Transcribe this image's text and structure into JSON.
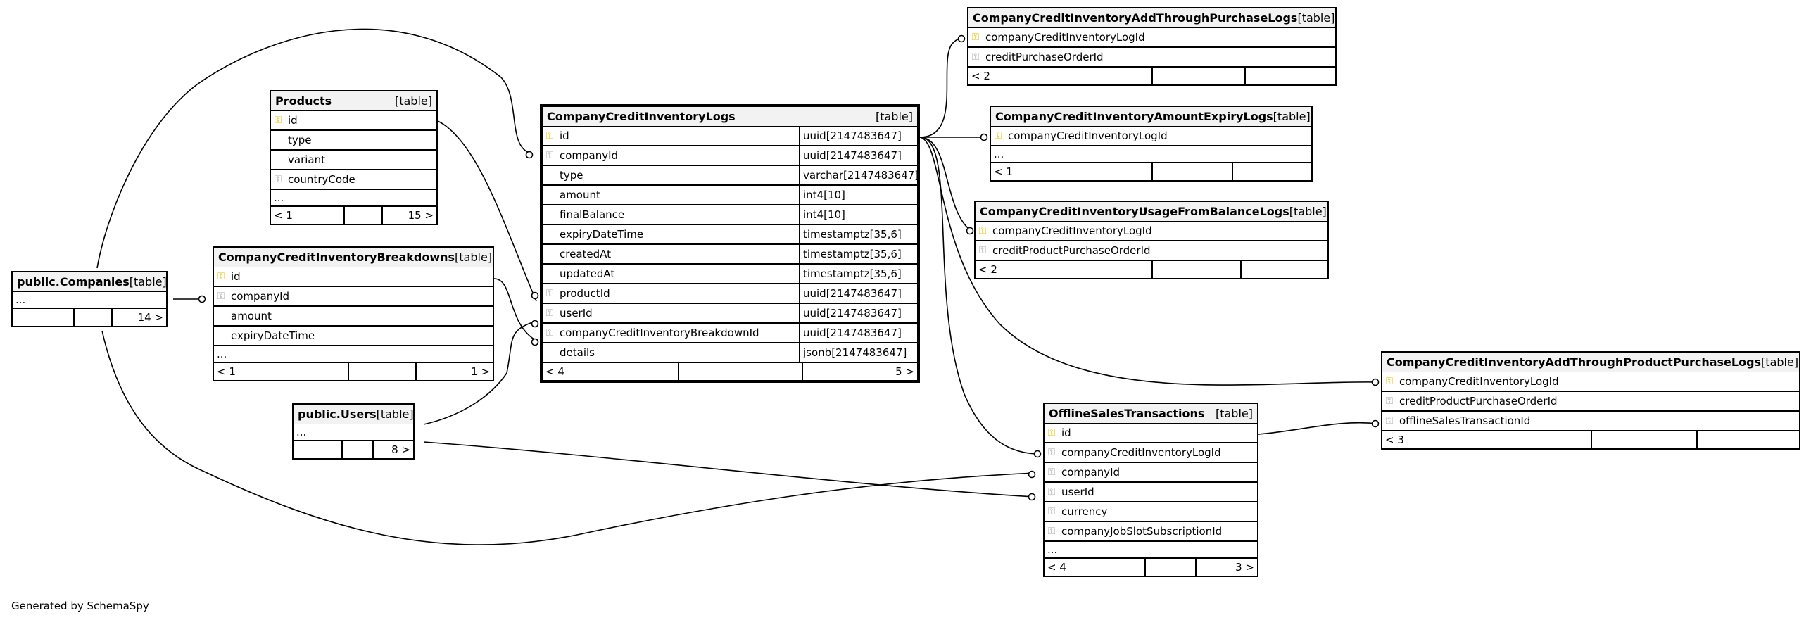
{
  "footer": "Generated by SchemaSpy",
  "colors": {
    "primary_key": "#e6c200",
    "foreign_key": "#a8a8a8",
    "header_bg": "#f2f2f2"
  },
  "tables": {
    "companies": {
      "name": "public.Companies",
      "kind": "[table]",
      "ellipsis": "...",
      "foot": [
        "",
        "",
        "14 >"
      ]
    },
    "products": {
      "name": "Products",
      "kind": "[table]",
      "rows": [
        {
          "key": "pk",
          "name": "id"
        },
        {
          "key": "",
          "name": "type"
        },
        {
          "key": "",
          "name": "variant"
        },
        {
          "key": "fk",
          "name": "countryCode"
        }
      ],
      "ellipsis": "...",
      "foot": [
        "< 1",
        "",
        "15 >"
      ]
    },
    "breakdowns": {
      "name": "CompanyCreditInventoryBreakdowns",
      "kind": "[table]",
      "rows": [
        {
          "key": "pk",
          "name": "id"
        },
        {
          "key": "fk",
          "name": "companyId"
        },
        {
          "key": "",
          "name": "amount"
        },
        {
          "key": "",
          "name": "expiryDateTime"
        }
      ],
      "ellipsis": "...",
      "foot": [
        "< 1",
        "",
        "1 >"
      ]
    },
    "users": {
      "name": "public.Users",
      "kind": "[table]",
      "ellipsis": "...",
      "foot": [
        "",
        "",
        "8 >"
      ]
    },
    "logs": {
      "name": "CompanyCreditInventoryLogs",
      "kind": "[table]",
      "rows": [
        {
          "key": "pk",
          "name": "id",
          "type": "uuid[2147483647]"
        },
        {
          "key": "fk",
          "name": "companyId",
          "type": "uuid[2147483647]"
        },
        {
          "key": "",
          "name": "type",
          "type": "varchar[2147483647]"
        },
        {
          "key": "",
          "name": "amount",
          "type": "int4[10]"
        },
        {
          "key": "",
          "name": "finalBalance",
          "type": "int4[10]"
        },
        {
          "key": "",
          "name": "expiryDateTime",
          "type": "timestamptz[35,6]"
        },
        {
          "key": "",
          "name": "createdAt",
          "type": "timestamptz[35,6]"
        },
        {
          "key": "",
          "name": "updatedAt",
          "type": "timestamptz[35,6]"
        },
        {
          "key": "fk",
          "name": "productId",
          "type": "uuid[2147483647]"
        },
        {
          "key": "fk",
          "name": "userId",
          "type": "uuid[2147483647]"
        },
        {
          "key": "fk",
          "name": "companyCreditInventoryBreakdownId",
          "type": "uuid[2147483647]"
        },
        {
          "key": "",
          "name": "details",
          "type": "jsonb[2147483647]"
        }
      ],
      "foot": [
        "< 4",
        "",
        "5 >"
      ]
    },
    "purchase_logs": {
      "name": "CompanyCreditInventoryAddThroughPurchaseLogs",
      "kind": "[table]",
      "rows": [
        {
          "key": "pk",
          "name": "companyCreditInventoryLogId"
        },
        {
          "key": "fk",
          "name": "creditPurchaseOrderId"
        }
      ],
      "foot": [
        "< 2",
        "",
        ""
      ]
    },
    "expiry_logs": {
      "name": "CompanyCreditInventoryAmountExpiryLogs",
      "kind": "[table]",
      "rows": [
        {
          "key": "pk",
          "name": "companyCreditInventoryLogId"
        }
      ],
      "ellipsis": "...",
      "foot": [
        "< 1",
        "",
        ""
      ]
    },
    "usage_logs": {
      "name": "CompanyCreditInventoryUsageFromBalanceLogs",
      "kind": "[table]",
      "rows": [
        {
          "key": "pk",
          "name": "companyCreditInventoryLogId"
        },
        {
          "key": "fk",
          "name": "creditProductPurchaseOrderId"
        }
      ],
      "foot": [
        "< 2",
        "",
        ""
      ]
    },
    "product_purchase_logs": {
      "name": "CompanyCreditInventoryAddThroughProductPurchaseLogs",
      "kind": "[table]",
      "rows": [
        {
          "key": "pk",
          "name": "companyCreditInventoryLogId"
        },
        {
          "key": "fk",
          "name": "creditProductPurchaseOrderId"
        },
        {
          "key": "fk",
          "name": "offlineSalesTransactionId"
        }
      ],
      "foot": [
        "< 3",
        "",
        ""
      ]
    },
    "offline": {
      "name": "OfflineSalesTransactions",
      "kind": "[table]",
      "rows": [
        {
          "key": "pk",
          "name": "id"
        },
        {
          "key": "fk",
          "name": "companyCreditInventoryLogId"
        },
        {
          "key": "fk",
          "name": "companyId"
        },
        {
          "key": "fk",
          "name": "userId"
        },
        {
          "key": "fk",
          "name": "currency"
        },
        {
          "key": "fk",
          "name": "companyJobSlotSubscriptionId"
        }
      ],
      "ellipsis": "...",
      "foot": [
        "< 4",
        "",
        "3 >"
      ]
    }
  }
}
